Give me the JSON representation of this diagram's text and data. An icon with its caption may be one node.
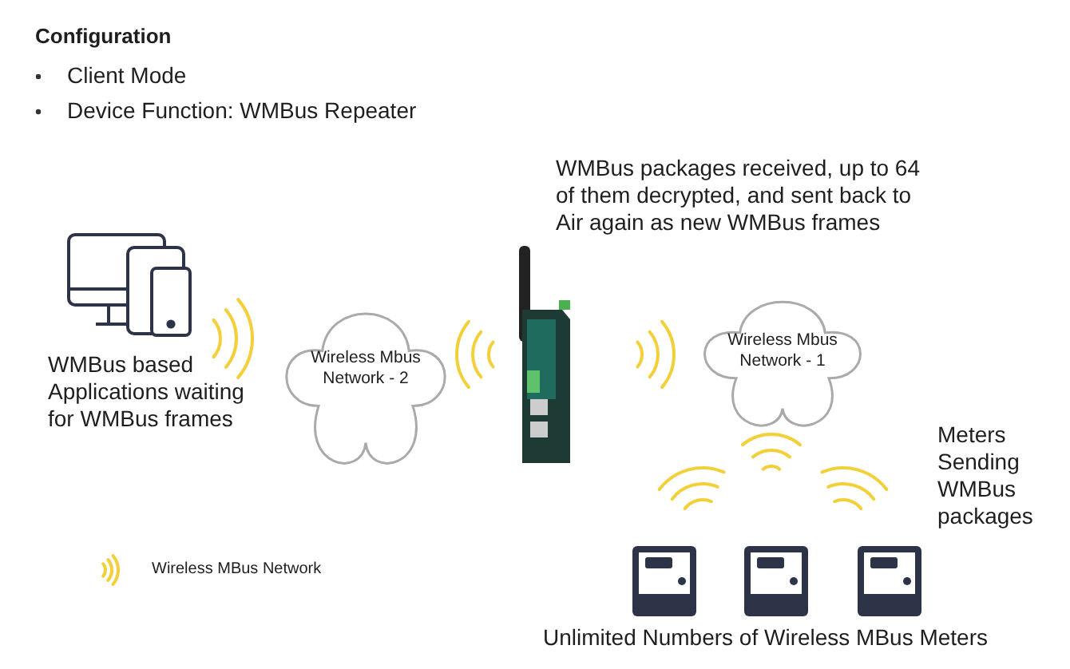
{
  "diagram": {
    "title": "Configuration",
    "nodes": [
      {
        "text": [
          "Wireless Mbus Network - 2"
        ]
      },
      {
        "text": [
          "Wireless Mbus Network - 1"
        ]
      }
    ],
    "labels": [
      "Client Mode",
      "Device Function: WMBus Repeater",
      "WMBus based Applications waiting for WMBus frames",
      "WMBus packages received, up to 64 of them decrypted, and sent back to Air again as new WMBus frames",
      "Meters Sending WMBus packages",
      "Unlimited Numbers of Wireless MBus Meters"
    ],
    "legend": [
      {
        "text": "Wireless MBus Network"
      }
    ]
  }
}
